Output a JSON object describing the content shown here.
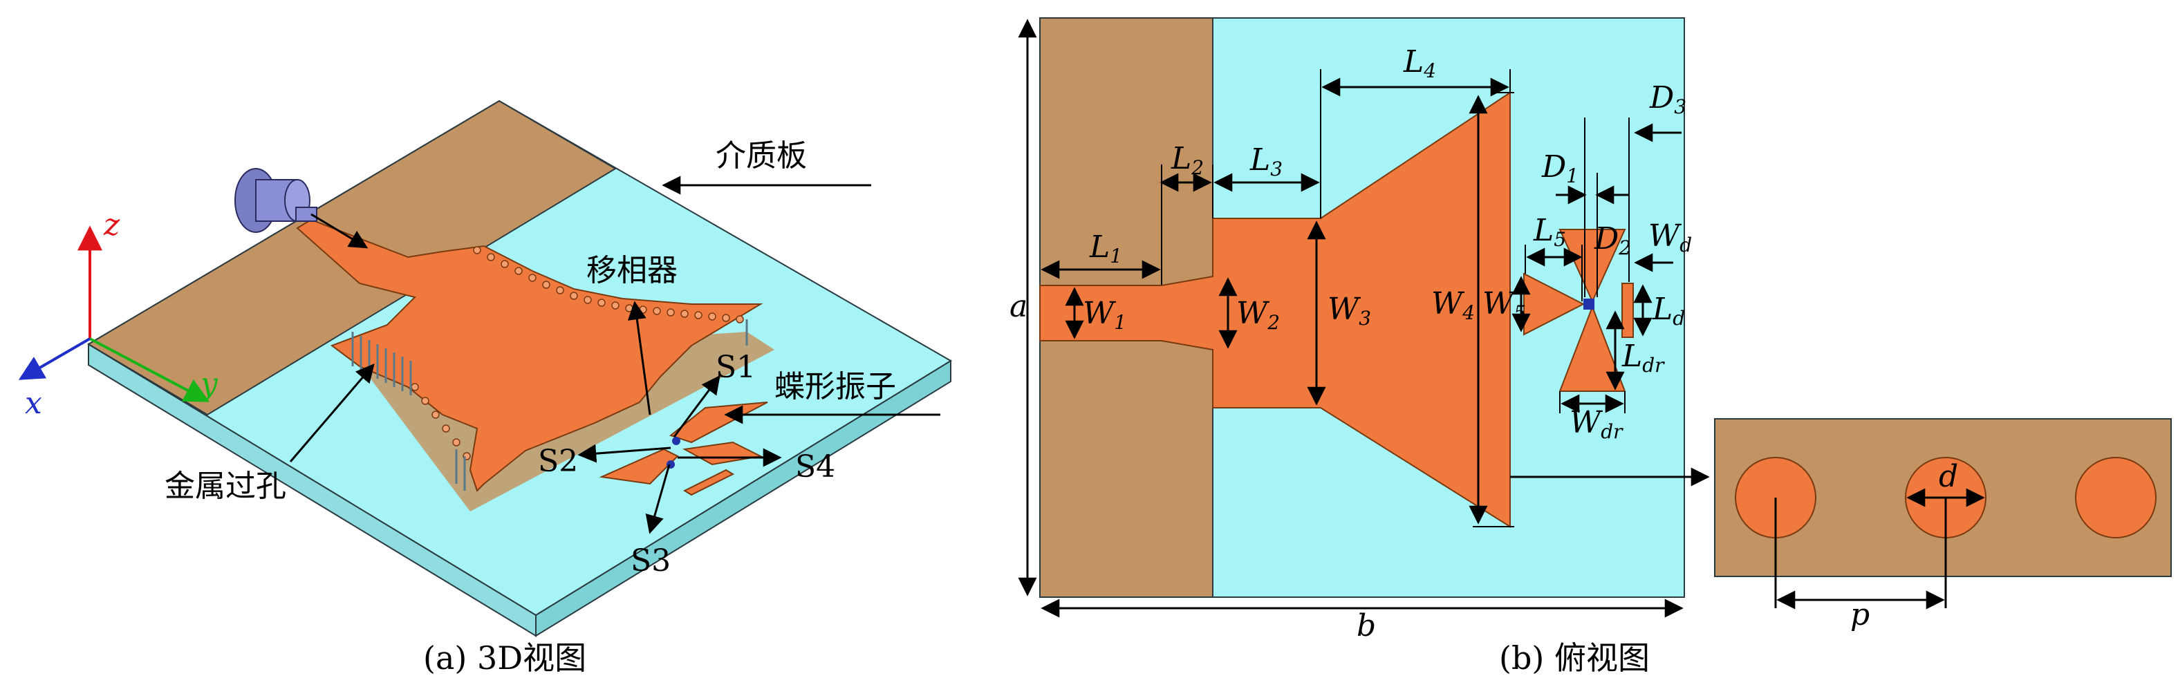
{
  "left_panel": {
    "caption": "(a) 3D视图",
    "labels": {
      "substrate": "介质板",
      "phase_shifter": "移相器",
      "dipole": "蝶形振子",
      "via": "金属过孔",
      "s1": "S1",
      "s2": "S2",
      "s3": "S3",
      "s4": "S4"
    },
    "axes": {
      "x": "x",
      "y": "y",
      "z": "z"
    }
  },
  "right_panel": {
    "caption": "(b) 俯视图",
    "dims": {
      "a": "a",
      "b": "b",
      "p": "p",
      "d": "d",
      "L1": [
        "L",
        "1"
      ],
      "L2": [
        "L",
        "2"
      ],
      "L3": [
        "L",
        "3"
      ],
      "L4": [
        "L",
        "4"
      ],
      "L5": [
        "L",
        "5"
      ],
      "W1": [
        "W",
        "1"
      ],
      "W2": [
        "W",
        "2"
      ],
      "W3": [
        "W",
        "3"
      ],
      "W4": [
        "W",
        "4"
      ],
      "W5": [
        "W",
        "5"
      ],
      "D1": [
        "D",
        "1"
      ],
      "D2": [
        "D",
        "2"
      ],
      "D3": [
        "D",
        "3"
      ],
      "Wd": [
        "W",
        "d"
      ],
      "Ld": [
        "L",
        "d"
      ],
      "Ldr": [
        "L",
        "dr"
      ],
      "Wdr": [
        "W",
        "dr"
      ]
    }
  },
  "colors": {
    "substrate": "#a6f4f6",
    "copper": "#f07a3e",
    "ground": "#c39463",
    "edge": "#2a3a40"
  }
}
